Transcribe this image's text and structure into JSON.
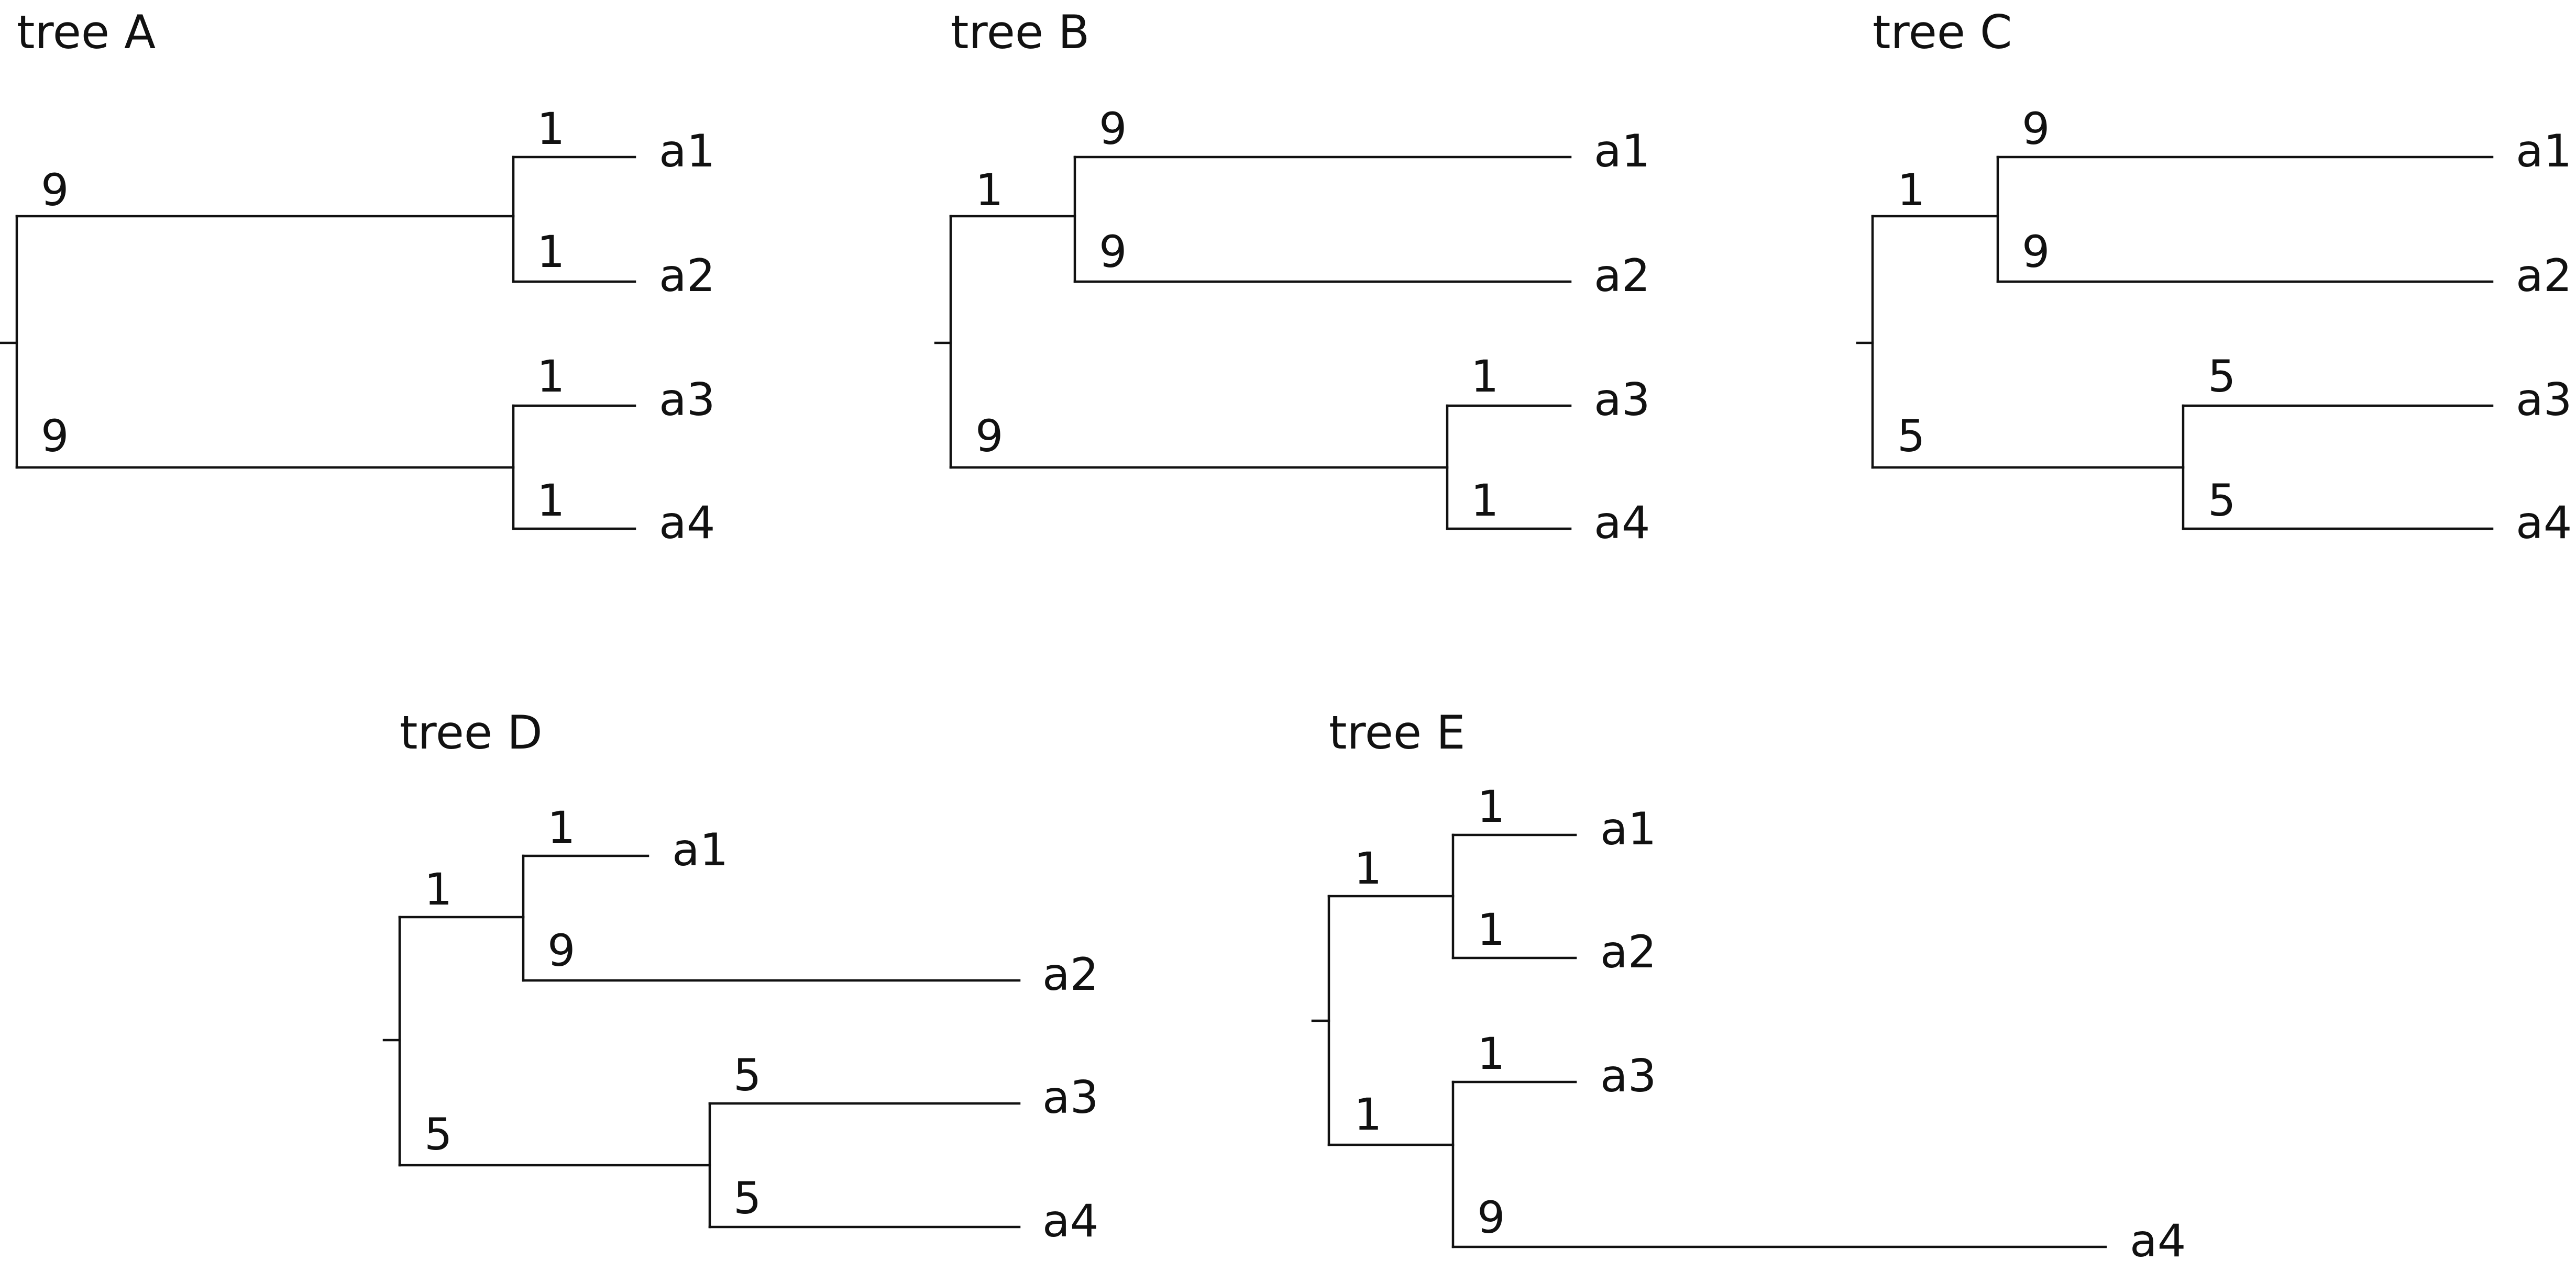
{
  "trees": [
    {
      "id": "A",
      "title": "tree A",
      "topology": "((a1,a2),(a3,a4))",
      "internal_branches": [
        {
          "clade": "a1,a2",
          "length_label": "9"
        },
        {
          "clade": "a3,a4",
          "length_label": "9"
        }
      ],
      "tip_branches": [
        {
          "tip": "a1",
          "length_label": "1"
        },
        {
          "tip": "a2",
          "length_label": "1"
        },
        {
          "tip": "a3",
          "length_label": "1"
        },
        {
          "tip": "a4",
          "length_label": "1"
        }
      ]
    },
    {
      "id": "B",
      "title": "tree B",
      "topology": "((a1,a2),(a3,a4))",
      "internal_branches": [
        {
          "clade": "a1,a2",
          "length_label": "1"
        },
        {
          "clade": "a3,a4",
          "length_label": "9"
        }
      ],
      "tip_branches": [
        {
          "tip": "a1",
          "length_label": "9"
        },
        {
          "tip": "a2",
          "length_label": "9"
        },
        {
          "tip": "a3",
          "length_label": "1"
        },
        {
          "tip": "a4",
          "length_label": "1"
        }
      ]
    },
    {
      "id": "C",
      "title": "tree C",
      "topology": "((a1,a2),(a3,a4))",
      "internal_branches": [
        {
          "clade": "a1,a2",
          "length_label": "1"
        },
        {
          "clade": "a3,a4",
          "length_label": "5"
        }
      ],
      "tip_branches": [
        {
          "tip": "a1",
          "length_label": "9"
        },
        {
          "tip": "a2",
          "length_label": "9"
        },
        {
          "tip": "a3",
          "length_label": "5"
        },
        {
          "tip": "a4",
          "length_label": "5"
        }
      ]
    },
    {
      "id": "D",
      "title": "tree D",
      "topology": "((a1,a2),(a3,a4))",
      "internal_branches": [
        {
          "clade": "a1,a2",
          "length_label": "1"
        },
        {
          "clade": "a3,a4",
          "length_label": "5"
        }
      ],
      "tip_branches": [
        {
          "tip": "a1",
          "length_label": "1"
        },
        {
          "tip": "a2",
          "length_label": "9"
        },
        {
          "tip": "a3",
          "length_label": "5"
        },
        {
          "tip": "a4",
          "length_label": "5"
        }
      ]
    },
    {
      "id": "E",
      "title": "tree E",
      "topology": "((a1,a2),(a3,a4))",
      "internal_branches": [
        {
          "clade": "a1,a2",
          "length_label": "1"
        },
        {
          "clade": "a3,a4",
          "length_label": "1"
        }
      ],
      "tip_branches": [
        {
          "tip": "a1",
          "length_label": "1"
        },
        {
          "tip": "a2",
          "length_label": "1"
        },
        {
          "tip": "a3",
          "length_label": "1"
        },
        {
          "tip": "a4",
          "length_label": "9"
        }
      ]
    }
  ]
}
